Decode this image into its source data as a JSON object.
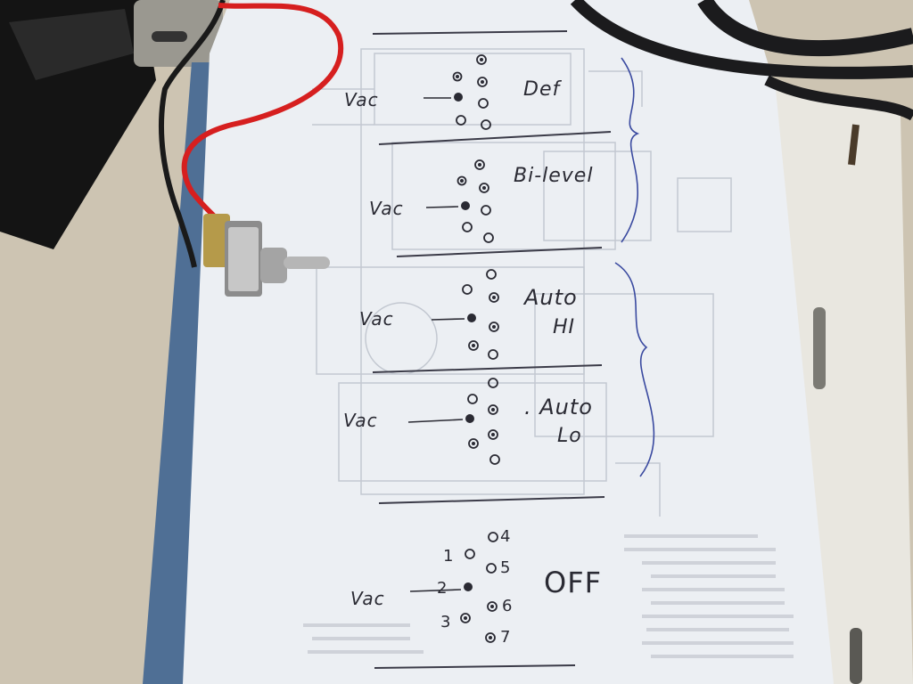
{
  "sections": [
    {
      "id": "def",
      "mode": "Def",
      "vac": "Vac"
    },
    {
      "id": "bilevel",
      "mode": "Bi-level",
      "vac": "Vac"
    },
    {
      "id": "autohi",
      "mode_line1": "Auto",
      "mode_line2": "HI",
      "vac": "Vac"
    },
    {
      "id": "autolo",
      "mode_line1": ". Auto",
      "mode_line2": "Lo",
      "vac": "Vac"
    },
    {
      "id": "off",
      "mode": "OFF",
      "vac": "Vac",
      "ports": [
        "1",
        "2",
        "3",
        "4",
        "5",
        "6",
        "7"
      ]
    }
  ],
  "colors": {
    "paper": "#eceff3",
    "ink": "#2a2a33",
    "binder_blue": "#4f6f95",
    "wire_red": "#d61f1f",
    "wire_black": "#1a1a1a"
  },
  "objects": {
    "switch_icon": "toggle-switch-icon",
    "wire_icon": "wire-icon",
    "hose_icon": "vacuum-hose-icon"
  }
}
